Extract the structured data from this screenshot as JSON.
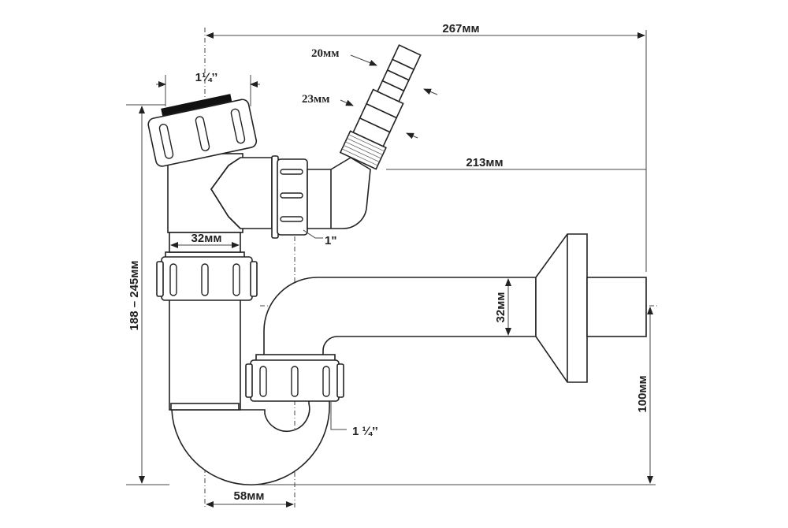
{
  "title": "Siphon dimension drawing",
  "dimensions": {
    "overall_width": "267мм",
    "top_inlet": "1¼’’",
    "hose_small": "20мм",
    "hose_large": "23мм",
    "branch_reach": "213мм",
    "body_diameter": "32мм",
    "branch_thread": "1\"",
    "height_range": "188 – 245мм",
    "outlet_diameter": "32мм",
    "outlet_height": "100мм",
    "trap_thread": "1 ¼’’",
    "trap_offset": "58мм"
  }
}
